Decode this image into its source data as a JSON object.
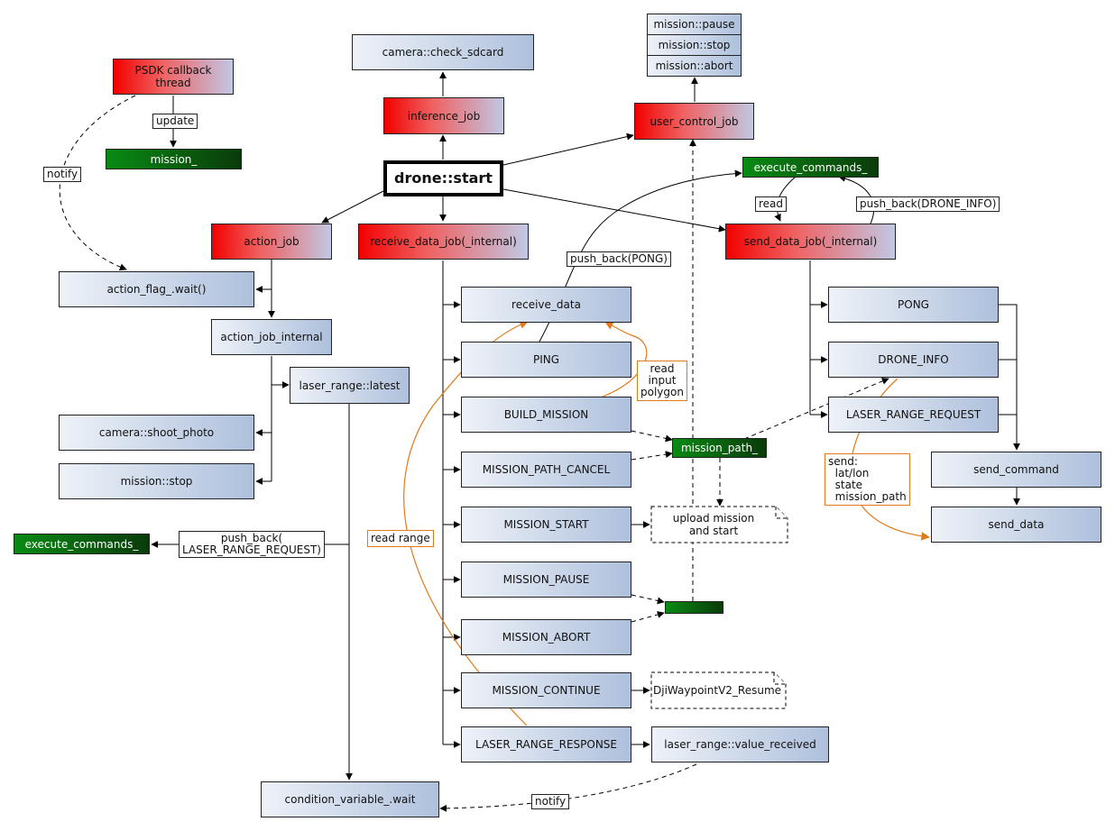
{
  "nodes": {
    "psdk_callback": "PSDK callback\nthread",
    "mission_": "mission_",
    "camera_check_sdcard": "camera::check_sdcard",
    "inference_job": "inference_job",
    "mission_pause": "mission::pause",
    "mission_stop_top": "mission::stop",
    "mission_abort": "mission::abort",
    "user_control_job": "user_control_job",
    "drone_start": "drone::start",
    "execute_commands_top": "execute_commands_",
    "action_job": "action_job",
    "receive_data_job": "receive_data_job(_internal)",
    "send_data_job": "send_data_job(_internal)",
    "action_flag_wait": "action_flag_.wait()",
    "action_job_internal": "action_job_internal",
    "laser_range_latest": "laser_range::latest",
    "camera_shoot_photo": "camera::shoot_photo",
    "mission_stop_left": "mission::stop",
    "execute_commands_left": "execute_commands_",
    "receive_data": "receive_data",
    "ping": "PING",
    "build_mission": "BUILD_MISSION",
    "mission_path_cancel": "MISSION_PATH_CANCEL",
    "mission_start": "MISSION_START",
    "mission_pause_msg": "MISSION_PAUSE",
    "mission_abort_msg": "MISSION_ABORT",
    "mission_continue": "MISSION_CONTINUE",
    "laser_range_response": "LASER_RANGE_RESPONSE",
    "mission_path_": "mission_path_",
    "laser_range_value_received": "laser_range::value_received",
    "condition_variable_wait": "condition_variable_.wait",
    "pong": "PONG",
    "drone_info": "DRONE_INFO",
    "laser_range_request": "LASER_RANGE_REQUEST",
    "send_command": "send_command",
    "send_data": "send_data"
  },
  "labels": {
    "update": "update",
    "notify_left": "notify",
    "push_back_pong": "push_back(PONG)",
    "read": "read",
    "push_back_drone_info": "push_back(DRONE_INFO)",
    "push_back_laser": "push_back(\nLASER_RANGE_REQUEST)",
    "read_input_polygon": "read\ninput\npolygon",
    "read_range": "read range",
    "send_info": "send:\n  lat/lon\n  state\n  mission_path",
    "notify_bottom": "notify"
  },
  "notes": {
    "upload_mission": "upload mission\nand start",
    "dji_resume": "DjiWaypointV2_Resume"
  },
  "colors": {
    "red_start": "#f20000",
    "blue_end": "#aec0dc",
    "green_start": "#0a8a14",
    "green_end": "#0a3b0a",
    "orange": "#e07a1a"
  }
}
